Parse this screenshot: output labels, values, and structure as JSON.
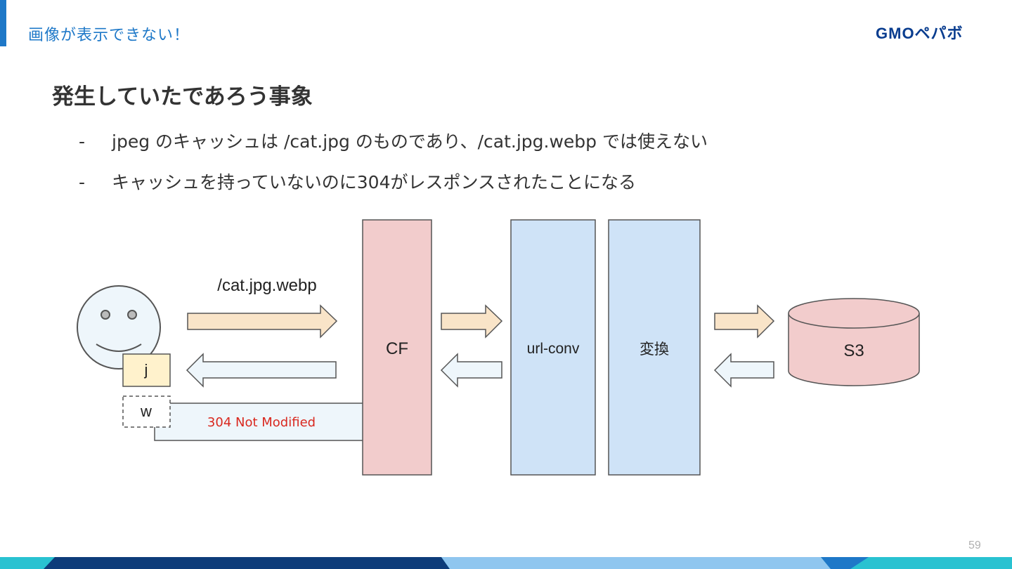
{
  "header": {
    "section_title": "画像が表示できない！",
    "logo_text": "GMOペパボ",
    "accent_color": "#1e78c8"
  },
  "main": {
    "title": "発生していたであろう事象",
    "bullets": [
      {
        "dash": "-",
        "text": "jpeg のキャッシュは /cat.jpg のものであり、/cat.jpg.webp では使えない"
      },
      {
        "dash": "-",
        "text": "キャッシュを持っていないのに304がレスポンスされたことになる"
      }
    ]
  },
  "diagram": {
    "request_path": "/cat.jpg.webp",
    "cache_j_label": "j",
    "cache_w_label": "w",
    "response_label": "304 Not Modified",
    "response_label_color": "#d9281f",
    "cf_label": "CF",
    "url_conv_label": "url-conv",
    "convert_label": "変換",
    "s3_label": "S3",
    "colors": {
      "cf_fill": "#f2cccc",
      "blue_fill": "#cfe3f7",
      "request_arrow": "#f9e4c8",
      "response_arrow": "#eef6fb",
      "cache_j_fill": "#fff2cc",
      "face_fill": "#eef6fb"
    }
  },
  "footer": {
    "page_number": "59"
  }
}
